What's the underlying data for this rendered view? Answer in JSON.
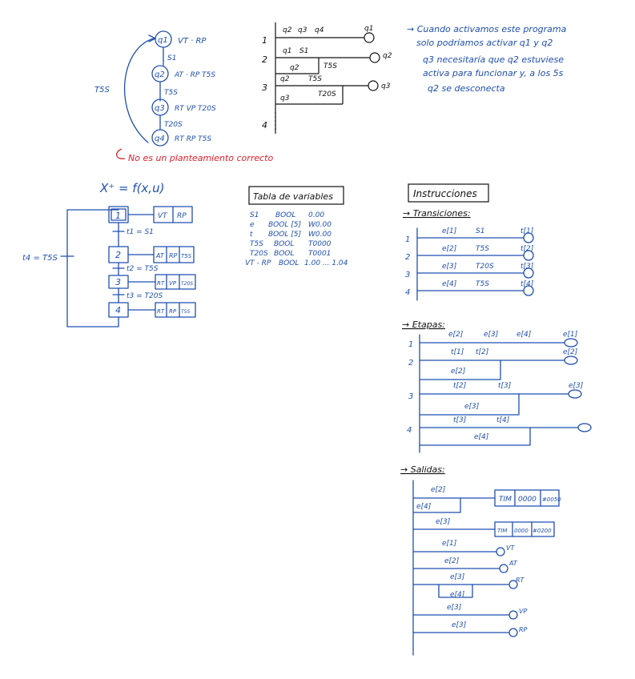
{
  "colors": {
    "ink": "#1f4fb0",
    "pen": "#111111",
    "note": "#e0202a"
  },
  "grafcet_top": {
    "steps": [
      {
        "id": "q1",
        "action": "VT · RP"
      },
      {
        "id": "q2",
        "action": "AT · RP T5S"
      },
      {
        "id": "q3",
        "action": "RT VP T20S"
      },
      {
        "id": "q4",
        "action": "RT RP T5S"
      }
    ],
    "transitions": [
      "S1",
      "T5S",
      "T20S"
    ],
    "loop_label": "T5S"
  },
  "ladder_top": {
    "rungs": [
      "1",
      "2",
      "3",
      "4"
    ],
    "contacts": {
      "r1": [
        "q2",
        "q3",
        "q4"
      ],
      "r2a": "q1",
      "r2b": "S1",
      "r2c": "q2",
      "r2d": "T5S",
      "r3a": "q2",
      "r3b": "T5S",
      "r3c": "q3",
      "r3d": "T20S"
    },
    "coils": [
      "q1",
      "q2",
      "q3"
    ]
  },
  "note": {
    "line1": "→ Cuando activamos este programa",
    "line2": "solo podríamos activar q1 y q2",
    "line3": "q3 necesitaría que q2 estuviese",
    "line4": "activa para funcionar y, a los 5s",
    "line5": "q2 se desconecta"
  },
  "warning": "No es un planteamiento correcto",
  "formula": "X⁺ = f(x,u)",
  "grafcet_main": {
    "steps": [
      {
        "n": "1",
        "actions": [
          "VT",
          "RP"
        ]
      },
      {
        "n": "2",
        "actions": [
          "AT",
          "RP",
          "T5S"
        ]
      },
      {
        "n": "3",
        "actions": [
          "RT",
          "VP",
          "T20S"
        ]
      },
      {
        "n": "4",
        "actions": [
          "RT",
          "RP",
          "T5S"
        ]
      }
    ],
    "transitions": [
      "t1 = S1",
      "t2 = T5S",
      "t3 = T20S"
    ],
    "loop_label": "t4 = T5S"
  },
  "variables": {
    "title": "Tabla de variables",
    "rows": [
      [
        "S1",
        "BOOL",
        "0.00"
      ],
      [
        "e",
        "BOOL [5]",
        "W0.00"
      ],
      [
        "t",
        "BOOL [5]",
        "W0.00"
      ],
      [
        "T5S",
        "BOOL",
        "T0000"
      ],
      [
        "T20S",
        "BOOL",
        "T0001"
      ],
      [
        "VT - RP",
        "BOOL",
        "1.00 ... 1.04"
      ]
    ]
  },
  "instrucciones": {
    "title": "Instrucciones",
    "transiciones": {
      "title": "→ Transiciones:",
      "rungs": [
        {
          "n": "1",
          "a": "e[1]",
          "b": "S1",
          "coil": "t[1]"
        },
        {
          "n": "2",
          "a": "e[2]",
          "b": "T5S",
          "coil": "t[2]"
        },
        {
          "n": "3",
          "a": "e[3]",
          "b": "T20S",
          "coil": "t[3]"
        },
        {
          "n": "4",
          "a": "e[4]",
          "b": "T5S",
          "coil": "t[4]"
        }
      ]
    },
    "etapas": {
      "title": "→ Etapas:",
      "rungs": [
        {
          "n": "1",
          "contacts": [
            "e[2]",
            "e[3]",
            "e[4]"
          ],
          "coil": "e[1]"
        },
        {
          "n": "2",
          "contacts": [
            "t[1]",
            "t[2]"
          ],
          "hold": "e[2]",
          "coil": "e[2]"
        },
        {
          "n": "3",
          "contacts": [
            "t[2]",
            "t[3]"
          ],
          "hold": "e[3]",
          "coil": "e[3]"
        },
        {
          "n": "4",
          "contacts": [
            "t[3]",
            "t[4]"
          ],
          "hold": "e[4]",
          "coil": ""
        }
      ]
    },
    "salidas": {
      "title": "→ Salidas:",
      "timer1": {
        "a": "e[2]",
        "b": "e[4]",
        "box": [
          "TIM",
          "0000",
          "#0050"
        ]
      },
      "timer2": {
        "a": "e[3]",
        "box": [
          "TIM",
          "0000",
          "#0200"
        ]
      },
      "outputs": [
        {
          "contacts": [
            "e[1]"
          ],
          "coil": "VT"
        },
        {
          "contacts": [
            "e[2]"
          ],
          "coil": "AT"
        },
        {
          "contacts": [
            "e[3]",
            "e[4]"
          ],
          "coil": "RT"
        },
        {
          "contacts": [
            "e[3]"
          ],
          "coil": "VP"
        },
        {
          "contacts": [
            "e[3]"
          ],
          "coil": "RP"
        }
      ]
    }
  }
}
